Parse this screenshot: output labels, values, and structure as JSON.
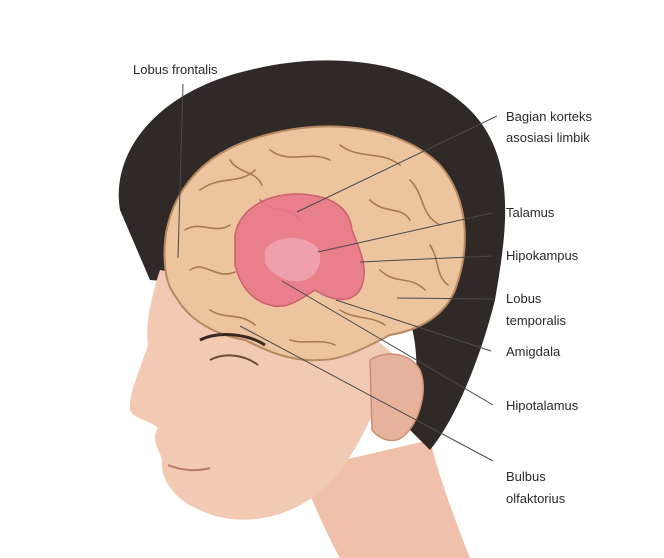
{
  "labels": {
    "frontal": "Lobus frontalis",
    "limbic_line1": "Bagian korteks",
    "limbic_line2": "asosiasi limbik",
    "thalamus": "Talamus",
    "hippocampus": "Hipokampus",
    "temporal_line1": "Lobus",
    "temporal_line2": "temporalis",
    "amygdala": "Amigdala",
    "hypothalamus": "Hipotalamus",
    "olfactory_line1": "Bulbus",
    "olfactory_line2": "olfaktorius"
  },
  "colors": {
    "background": "#ffffff",
    "skin": "#f2c9b3",
    "skin_shadow": "#d9a58c",
    "hair": "#2f2a27",
    "brain": "#ecc49e",
    "brain_fold": "#a87a52",
    "limbic": "#e8788a",
    "leader_line": "#4a4a4a"
  }
}
